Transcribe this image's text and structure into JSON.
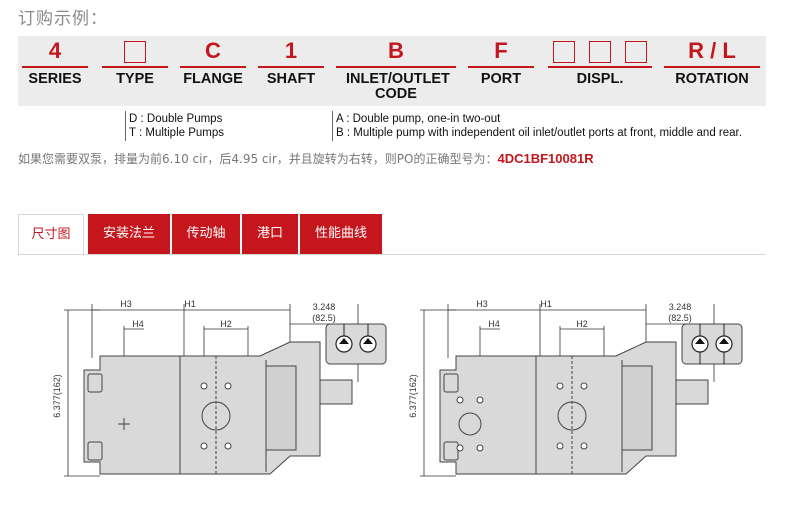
{
  "page_title": "订购示例：",
  "code_columns": [
    {
      "id": "series",
      "code": "4",
      "label": "SERIES"
    },
    {
      "id": "type",
      "code": "",
      "label": "TYPE"
    },
    {
      "id": "flange",
      "code": "C",
      "label": "FLANGE"
    },
    {
      "id": "shaft",
      "code": "1",
      "label": "SHAFT"
    },
    {
      "id": "inlet-outlet-code",
      "code": "B",
      "label": "INLET/OUTLET CODE"
    },
    {
      "id": "port",
      "code": "F",
      "label": "PORT"
    },
    {
      "id": "displ",
      "code": "",
      "label": "DISPL."
    },
    {
      "id": "rotation",
      "code": "R / L",
      "label": "ROTATION"
    }
  ],
  "type_notes": [
    "D : Double Pumps",
    "T : Multiple Pumps"
  ],
  "inlet_notes": [
    "A : Double pump, one-in two-out",
    "B : Multiple pump with independent oil inlet/outlet ports at front, middle and rear."
  ],
  "example": {
    "text": "如果您需要双泵，排量为前6.10 cir，后4.95 cir，并且旋转为右转，则PO的正确型号为：",
    "model": "4DC1BF10081R"
  },
  "tabs": [
    {
      "label": "尺寸图",
      "active": true
    },
    {
      "label": "安装法兰",
      "active": false
    },
    {
      "label": "传动轴",
      "active": false
    },
    {
      "label": "港口",
      "active": false
    },
    {
      "label": "性能曲线",
      "active": false
    }
  ],
  "drawing": {
    "h3": "H3",
    "h1": "H1",
    "h4": "H4",
    "h2": "H2",
    "dim_in": "3.248",
    "dim_mm": "(82.5)",
    "height_dim": "6.377(162)"
  },
  "colors": {
    "accent": "#c4161c",
    "band": "#ececec",
    "pump_body": "#d9d9d9"
  }
}
